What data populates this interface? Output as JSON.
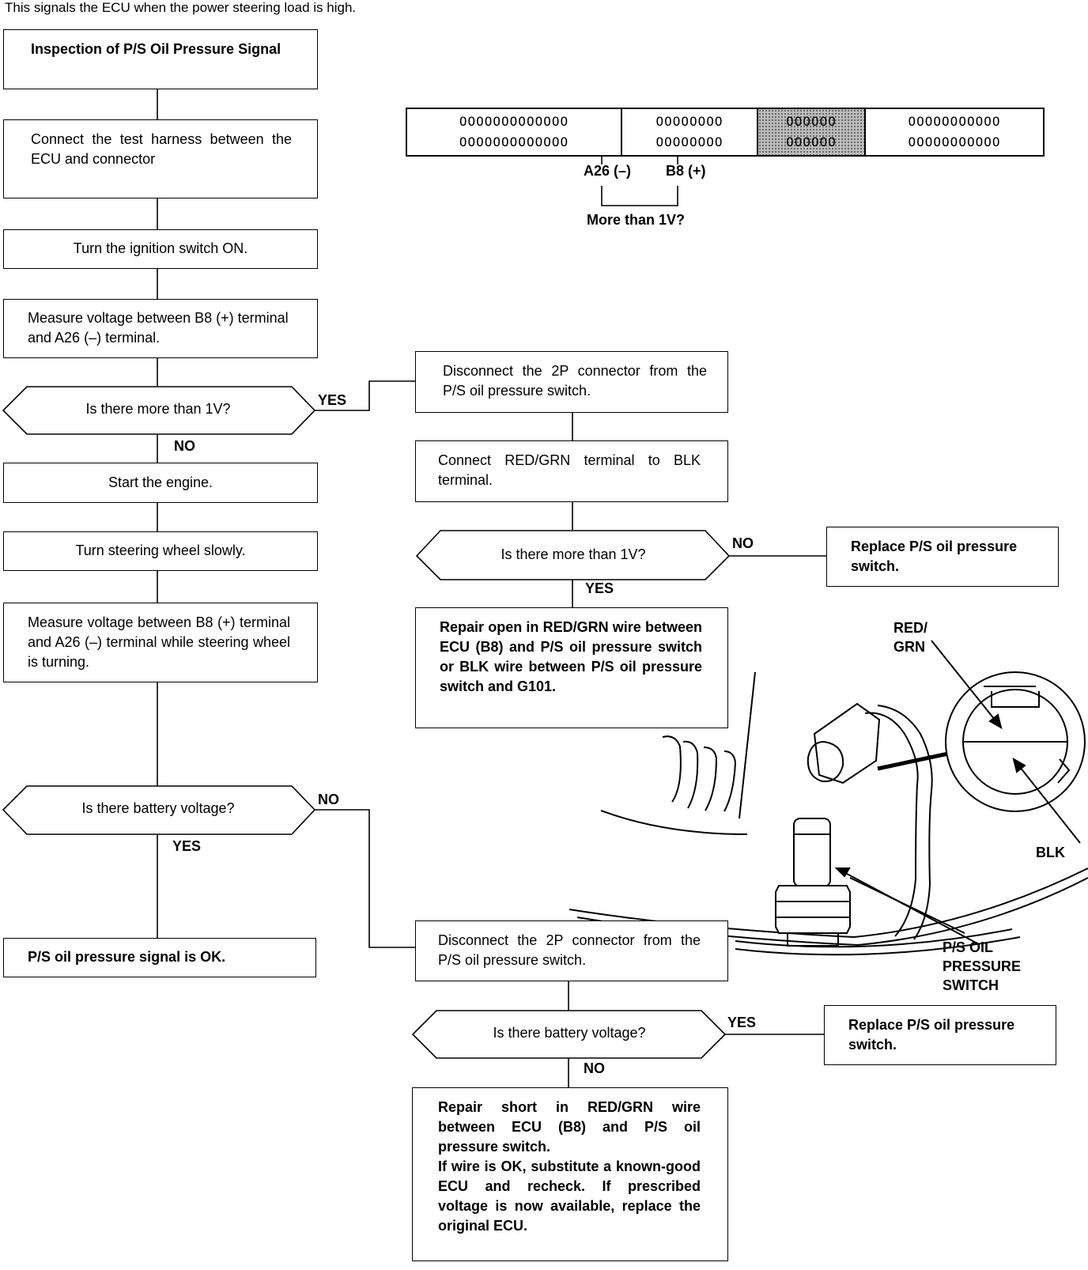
{
  "intro": "This signals the ECU when the power steering load is high.",
  "left": {
    "b1": "Inspection of P/S Oil Pressure Signal",
    "b2": "Connect the test harness between the ECU and connector",
    "b3": "Turn the ignition switch ON.",
    "b4": "Measure voltage between B8 (+) terminal and A26 (–) terminal.",
    "d1": "Is there more than 1V?",
    "d1_yes": "YES",
    "d1_no": "NO",
    "b5": "Start the engine.",
    "b6": "Turn steering wheel slowly.",
    "b7": "Measure voltage between B8 (+) terminal and A26 (–) terminal while steering wheel is turning.",
    "d2": "Is there battery voltage?",
    "d2_no": "NO",
    "d2_yes": "YES",
    "b8": "P/S oil pressure signal is OK."
  },
  "right_top": {
    "r1": "Disconnect the 2P connector from the P/S oil pressure switch.",
    "r2": "Connect RED/GRN terminal to BLK terminal.",
    "d3": "Is there more than 1V?",
    "d3_no": "NO",
    "d3_yes": "YES",
    "r3": "Replace P/S oil pressure switch.",
    "r4": "Repair open in RED/GRN wire between ECU (B8) and P/S oil pressure switch or BLK wire between P/S oil pressure switch and G101."
  },
  "right_bottom": {
    "r5": "Disconnect the 2P connector from the P/S oil pressure switch.",
    "d4": "Is there battery voltage?",
    "d4_yes": "YES",
    "d4_no": "NO",
    "r6": "Replace P/S oil pressure switch.",
    "r7": "Repair short in RED/GRN wire between ECU (B8) and P/S oil pressure switch.\nIf wire is OK, substitute a known-good ECU and recheck. If prescribed voltage is now available, replace the original ECU."
  },
  "connector": {
    "seg1_row1": "OOOOOOOOOOOOO",
    "seg1_row2": "OOOOOOOOOOOOO",
    "seg2_row1": "OOOOOOOO",
    "seg2_row2": "OOOOOOOO",
    "seg3_row1": "OOOOOO",
    "seg3_row2": "OOOOOO",
    "seg4_row1": "OOOOOOOOOOO",
    "seg4_row2": "OOOOOOOOOOO",
    "pin_a26": "A26 (–)",
    "pin_b8": "B8 (+)",
    "question": "More than 1V?"
  },
  "illustration": {
    "red_grn": "RED/\nGRN",
    "blk": "BLK",
    "switch_label": "P/S OIL\nPRESSURE\nSWITCH"
  }
}
